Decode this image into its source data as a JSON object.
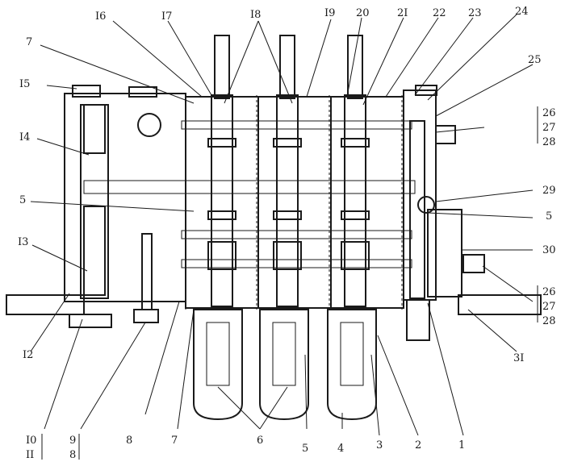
{
  "diagram": {
    "kind": "mechanical sectional drawing",
    "callouts": {
      "c16": "I6",
      "c17": "I7",
      "c18": "I8",
      "c19": "I9",
      "c20": "20",
      "c21": "2I",
      "c22": "22",
      "c23": "23",
      "c24": "24",
      "c25": "25",
      "c7a": "7",
      "c15": "I5",
      "c14": "I4",
      "c5a": "5",
      "c13": "I3",
      "c12": "I2",
      "c10": "I0",
      "c11": "II",
      "c9": "9",
      "c8a": "8",
      "c8b": "8",
      "c7b": "7",
      "c6": "6",
      "c5b": "5",
      "c4": "4",
      "c3": "3",
      "c2": "2",
      "c1": "1",
      "c26a": "26",
      "c27a": "27",
      "c28a": "28",
      "c29": "29",
      "c5c": "5",
      "c30": "30",
      "c26b": "26",
      "c27b": "27",
      "c28b": "28",
      "c31": "3I"
    },
    "colors": {
      "ink": "#1a1a1a",
      "paper": "#ffffff"
    }
  }
}
